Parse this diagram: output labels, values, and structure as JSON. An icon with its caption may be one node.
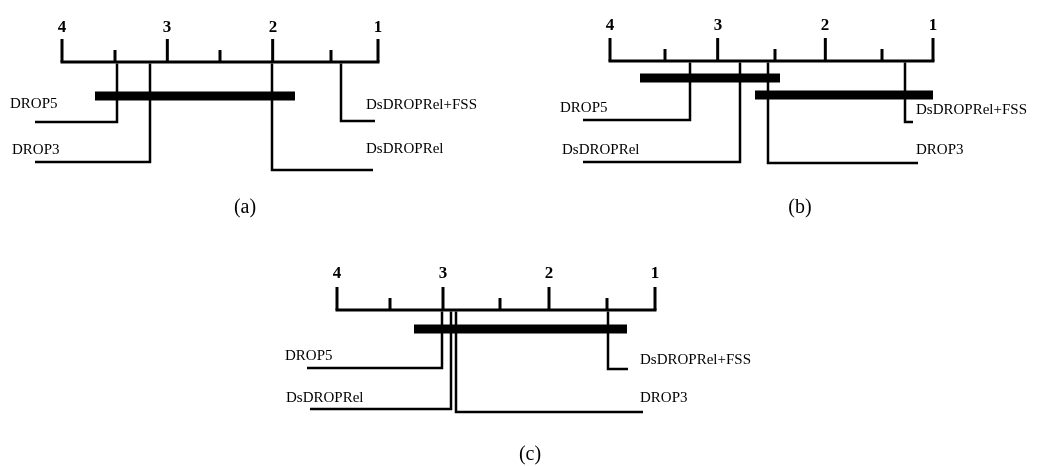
{
  "diagram": {
    "nodes": [
      {
        "text": [],
        "shape": "axis"
      },
      {
        "text": [
          "DROP5"
        ]
      },
      {
        "text": [
          "DsDROPRel+FSS"
        ]
      },
      {
        "text": [
          "DROP3"
        ]
      },
      {
        "text": [
          "DsDROPRel"
        ]
      },
      {
        "text": [],
        "shape": "axis"
      },
      {
        "text": [
          "DROP5"
        ]
      },
      {
        "text": [
          "DsDROPRel+FSS"
        ]
      },
      {
        "text": [
          "DsDROPRel"
        ]
      },
      {
        "text": [
          "DROP3"
        ]
      },
      {
        "text": [],
        "shape": "axis"
      },
      {
        "text": [
          "DROP5"
        ]
      },
      {
        "text": [
          "DsDROPRel+FSS"
        ]
      },
      {
        "text": [
          "DsDROPRel"
        ]
      },
      {
        "text": [
          "DROP3"
        ]
      }
    ],
    "edges": [
      {
        "from": 1,
        "to": 0,
        "arrow": "none"
      },
      {
        "from": 2,
        "to": 0,
        "arrow": "none"
      },
      {
        "from": 3,
        "to": 0,
        "arrow": "none"
      },
      {
        "from": 4,
        "to": 0,
        "arrow": "none"
      },
      {
        "from": 6,
        "to": 5,
        "arrow": "none"
      },
      {
        "from": 7,
        "to": 5,
        "arrow": "none"
      },
      {
        "from": 8,
        "to": 5,
        "arrow": "none"
      },
      {
        "from": 9,
        "to": 5,
        "arrow": "none"
      },
      {
        "from": 11,
        "to": 10,
        "arrow": "none"
      },
      {
        "from": 12,
        "to": 10,
        "arrow": "none"
      },
      {
        "from": 13,
        "to": 10,
        "arrow": "none"
      },
      {
        "from": 14,
        "to": 10,
        "arrow": "none"
      }
    ],
    "labels": [
      "4",
      "3",
      "2",
      "1",
      "4",
      "3",
      "2",
      "1",
      "(a)",
      "(b)",
      "4",
      "3",
      "2",
      "1",
      "(c)"
    ]
  }
}
